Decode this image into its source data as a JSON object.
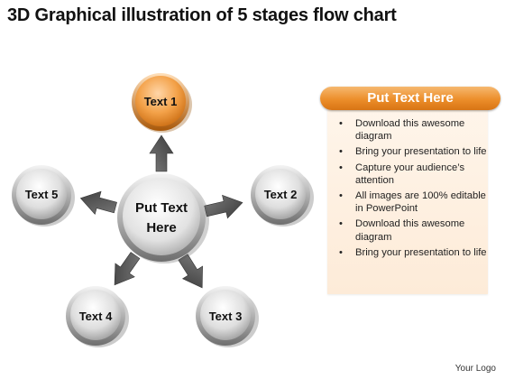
{
  "title": "3D Graphical illustration of 5 stages flow chart",
  "center": {
    "line1": "Put Text",
    "line2": "Here"
  },
  "nodes": [
    {
      "label": "Text 1",
      "highlight": true
    },
    {
      "label": "Text 2",
      "highlight": false
    },
    {
      "label": "Text 3",
      "highlight": false
    },
    {
      "label": "Text 4",
      "highlight": false
    },
    {
      "label": "Text 5",
      "highlight": false
    }
  ],
  "panel": {
    "header": "Put Text Here",
    "bullets": [
      "Download this awesome diagram",
      "Bring your presentation to life",
      "Capture your audience’s attention",
      "All images are 100% editable in PowerPoint",
      "Download this awesome diagram",
      "Bring your presentation to life"
    ]
  },
  "logo": "Your Logo",
  "colors": {
    "accent": "#ec8e2a",
    "node_gray": "#c8c8c8",
    "arrow": "#555555"
  }
}
